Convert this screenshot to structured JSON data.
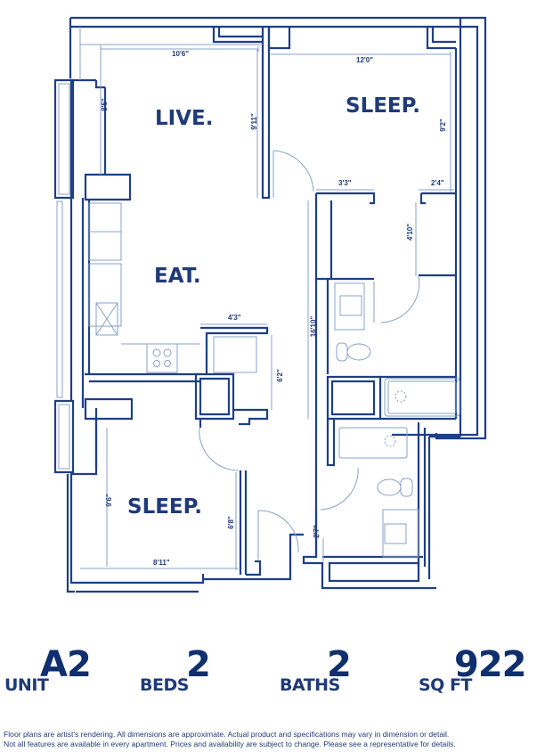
{
  "floorplan": {
    "rooms": [
      {
        "name": "live",
        "label": "LIVE."
      },
      {
        "name": "sleep-primary",
        "label": "SLEEP."
      },
      {
        "name": "eat",
        "label": "EAT."
      },
      {
        "name": "sleep-secondary",
        "label": "SLEEP."
      }
    ],
    "dimensions": {
      "live_width": "10'6\"",
      "live_depth_left": "8'5\"",
      "live_depth_right": "9'11\"",
      "sleep_primary_width": "12'0\"",
      "sleep_primary_depth": "9'2\"",
      "closet_left_width": "3'3\"",
      "closet_right_width": "2'4\"",
      "closet_depth": "4'10\"",
      "hall_length": "16'10\"",
      "laundry_width": "4'3\"",
      "laundry_depth": "6'2\"",
      "sleep_secondary_depth_left": "9'6\"",
      "sleep_secondary_depth_right": "6'8\"",
      "sleep_secondary_width": "8'11\"",
      "bath_door": "2'7\""
    },
    "colors": {
      "wall": "#1f3f86",
      "fixture": "#8aa0c8",
      "text": "#1f3a78"
    }
  },
  "summary": {
    "unit_label": "UNIT",
    "unit_value": "A2",
    "beds_label": "BEDS",
    "beds_value": "2",
    "baths_label": "BATHS",
    "baths_value": "2",
    "sqft_label": "SQ FT",
    "sqft_value": "922"
  },
  "disclaimer": {
    "line1": "Floor plans are artist's rendering. All dimensions are approximate. Actual product and specifications may vary in dimension or detail.",
    "line2": "Not all features are available in every apartment. Prices and availability are subject to change. Please see a representative for details."
  }
}
